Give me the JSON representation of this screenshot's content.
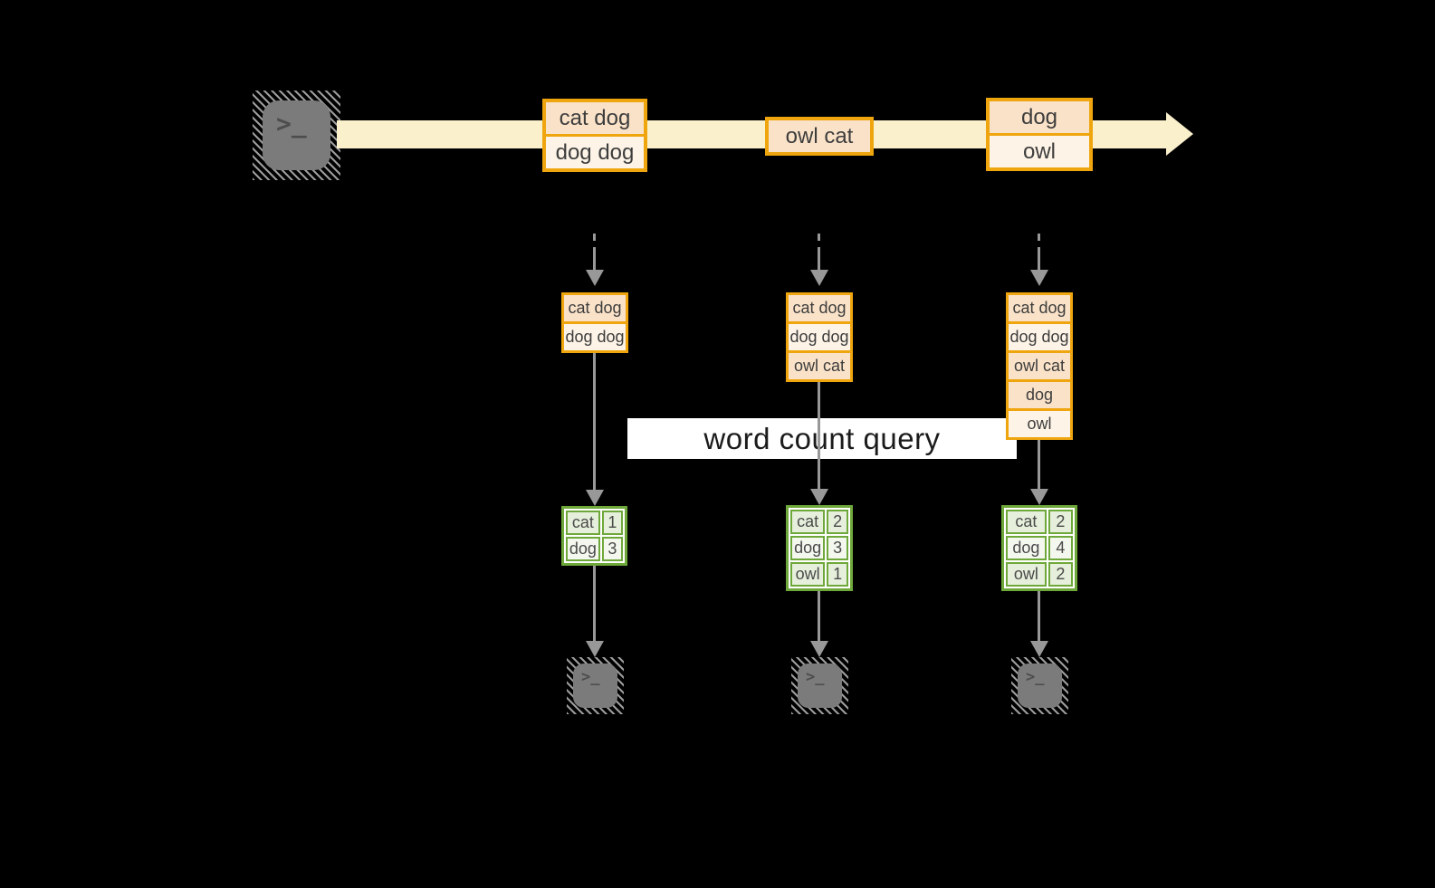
{
  "diagram": {
    "query_banner": {
      "label": "word count query"
    },
    "source_terminal": {
      "icon": "terminal-icon",
      "prompt_glyph": ">_"
    },
    "stream_events": [
      {
        "rows": [
          {
            "text": "cat dog"
          },
          {
            "text": "dog dog"
          }
        ]
      },
      {
        "rows": [
          {
            "text": "owl cat"
          }
        ]
      },
      {
        "rows": [
          {
            "text": "dog"
          },
          {
            "text": "owl"
          }
        ]
      }
    ],
    "columns": [
      {
        "events": [
          {
            "text": "cat dog"
          },
          {
            "text": "dog dog"
          }
        ],
        "counts": [
          {
            "word": "cat",
            "count": "1"
          },
          {
            "word": "dog",
            "count": "3"
          }
        ],
        "terminal": {
          "icon": "terminal-icon",
          "prompt_glyph": ">_"
        }
      },
      {
        "events": [
          {
            "text": "cat dog"
          },
          {
            "text": "dog dog"
          },
          {
            "text": "owl cat"
          }
        ],
        "counts": [
          {
            "word": "cat",
            "count": "2"
          },
          {
            "word": "dog",
            "count": "3"
          },
          {
            "word": "owl",
            "count": "1"
          }
        ],
        "terminal": {
          "icon": "terminal-icon",
          "prompt_glyph": ">_"
        }
      },
      {
        "events": [
          {
            "text": "cat dog"
          },
          {
            "text": "dog dog"
          },
          {
            "text": "owl cat"
          },
          {
            "text": "dog"
          },
          {
            "text": "owl"
          }
        ],
        "counts": [
          {
            "word": "cat",
            "count": "2"
          },
          {
            "word": "dog",
            "count": "4"
          },
          {
            "word": "owl",
            "count": "2"
          }
        ],
        "terminal": {
          "icon": "terminal-icon",
          "prompt_glyph": ">_"
        }
      }
    ],
    "colors": {
      "background": "#000000",
      "stream_band": "#faf0cc",
      "event_border": "#efa50e",
      "event_fill_peach": "#fae2c8",
      "event_fill_cream": "#fdf3e6",
      "table_border": "#6fa83a",
      "table_fill": "#e6efdb",
      "table_fill_light": "#f3f7ee",
      "arrow_gray": "#989898",
      "banner_background": "#ffffff"
    }
  }
}
